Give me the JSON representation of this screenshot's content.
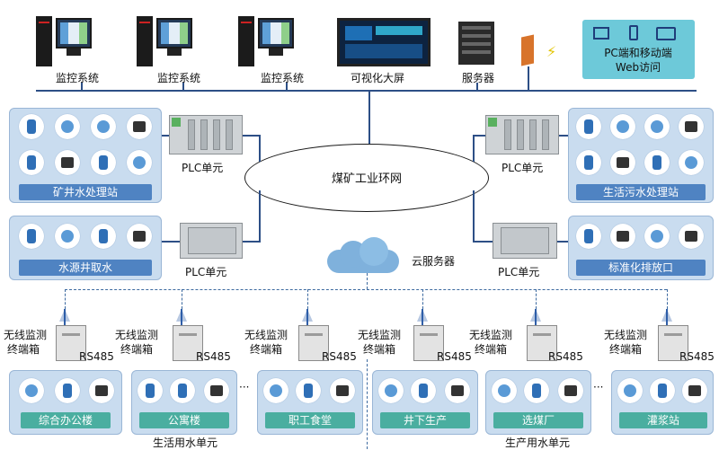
{
  "top": {
    "pcs": [
      "监控系统",
      "监控系统",
      "监控系统"
    ],
    "screen": "可视化大屏",
    "server": "服务器",
    "web": [
      "PC端和移动端",
      "Web访问"
    ]
  },
  "ring": "煤矿工业环网",
  "cloud": "云服务器",
  "plc": "PLC单元",
  "stations": {
    "left_top": "矿井水处理站",
    "left_mid": "水源井取水",
    "right_top": "生活污水处理站",
    "right_mid": "标准化排放口"
  },
  "terminal": [
    "无线监测",
    "终端箱"
  ],
  "rs485": "RS485",
  "bottom_units": [
    "综合办公楼",
    "公寓楼",
    "职工食堂",
    "井下生产",
    "选煤厂",
    "灌浆站"
  ],
  "ellipsis": "···",
  "groups": [
    "生活用水单元",
    "生产用水单元"
  ],
  "colors": {
    "accent": "#4f83c2",
    "green_banner": "#4aaea0",
    "panel": "#c9dcef",
    "bus": "#2d4f86"
  }
}
